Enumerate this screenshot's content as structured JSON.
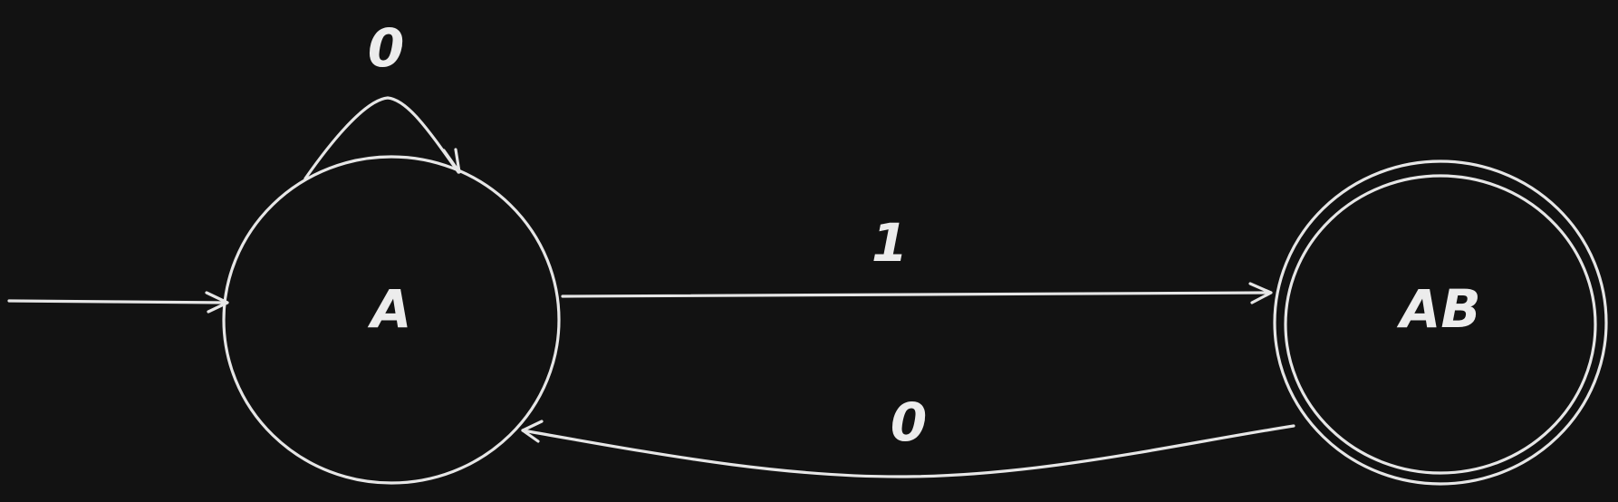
{
  "diagram": {
    "states": {
      "a": {
        "label": "A",
        "initial": true,
        "accepting": false
      },
      "ab": {
        "label": "AB",
        "initial": false,
        "accepting": true
      }
    },
    "transitions": {
      "a_self": {
        "from": "A",
        "to": "A",
        "symbol": "0"
      },
      "a_to_ab": {
        "from": "A",
        "to": "AB",
        "symbol": "1"
      },
      "ab_to_a": {
        "from": "AB",
        "to": "A",
        "symbol": "0"
      }
    },
    "colors": {
      "background": "#121212",
      "stroke": "#e6e6e6"
    }
  }
}
